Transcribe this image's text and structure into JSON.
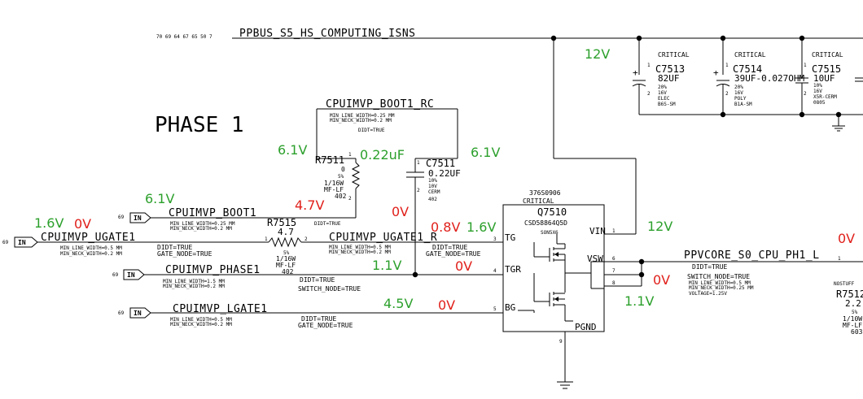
{
  "title": "PHASE 1",
  "nets": {
    "ppbus": "PPBUS_S5_HS_COMPUTING_ISNS",
    "ppbus_sheets": "70 69 64 67 65 50 7",
    "boot1_rc": "CPUIMVP_BOOT1_RC",
    "boot1": "CPUIMVP_BOOT1",
    "ugate1": "CPUIMVP_UGATE1",
    "ugate1_r": "CPUIMVP_UGATE1_R",
    "phase1": "CPUIMVP_PHASE1",
    "lgate1": "CPUIMVP_LGATE1",
    "ppvcore": "PPVCORE_S0_CPU_PH1_L"
  },
  "port_sheets": {
    "boot1": "69",
    "ugate1": "69",
    "phase1": "69",
    "lgate1": "69"
  },
  "port_label": "IN",
  "net_props": {
    "boot1_rc_a": "MIN_LINE_WIDTH=0.25 MM",
    "boot1_rc_b": "MIN_NECK_WIDTH=0.2 MM",
    "boot1_rc_didt": "DIDT=TRUE",
    "boot1_a": "MIN_LINE_WIDTH=0.25 MM",
    "boot1_b": "MIN_NECK_WIDTH=0.2 MM",
    "boot1_didt": "DIDT=TRUE",
    "ugate1_a": "MIN_LINE_WIDTH=0.5 MM",
    "ugate1_b": "MIN_NECK_WIDTH=0.2 MM",
    "ugate1_didt": "DIDT=TRUE",
    "ugate1_gate": "GATE_NODE=TRUE",
    "ugate1r_a": "MIN_LINE_WIDTH=0.5 MM",
    "ugate1r_b": "MIN_NECK_WIDTH=0.2 MM",
    "ugate1r_didt": "DIDT=TRUE",
    "ugate1r_gate": "GATE_NODE=TRUE",
    "phase1_a": "MIN_LINE_WIDTH=1.5 MM",
    "phase1_b": "MIN_NECK_WIDTH=0.2 MM",
    "phase1_didt": "DIDT=TRUE",
    "phase1_switch": "SWITCH_NODE=TRUE",
    "lgate1_a": "MIN_LINE_WIDTH=0.5 MM",
    "lgate1_b": "MIN_NECK_WIDTH=0.2 MM",
    "lgate1_didt": "DIDT=TRUE",
    "lgate1_gate": "GATE_NODE=TRUE",
    "vcore_didt": "DIDT=TRUE",
    "vcore_switch": "SWITCH_NODE=TRUE",
    "vcore_a": "MIN_LINE_WIDTH=0.5 MM",
    "vcore_b": "MIN_NECK_WIDTH=0.25 MM",
    "vcore_volt": "VOLTAGE=1.25V"
  },
  "components": {
    "r7511": {
      "ref": "R7511",
      "value": "0",
      "tol": "5%",
      "power": "1/16W",
      "type": "MF-LF",
      "pkg": "402",
      "pin1": "1",
      "pin2": "2"
    },
    "c7511": {
      "ref": "C7511",
      "value": "0.22UF",
      "tol": "10%",
      "volt": "10V",
      "type": "CERM",
      "pkg": "402",
      "pin1": "1",
      "pin2": "2"
    },
    "r7515": {
      "ref": "R7515",
      "value": "4.7",
      "tol": "5%",
      "power": "1/16W",
      "type": "MF-LF",
      "pkg": "402",
      "pin1": "1",
      "pin2": "2"
    },
    "q7510": {
      "partnum": "376S0906",
      "critical": "CRITICAL",
      "ref": "Q7510",
      "part": "CSD58864Q5D",
      "pkg": "SON5X6",
      "pin_vin": "VIN",
      "pin_vin_no": "1",
      "pin_tg": "TG",
      "pin_tg_no": "3",
      "pin_tgr": "TGR",
      "pin_tgr_no": "4",
      "pin_bg": "BG",
      "pin_bg_no": "5",
      "pin_vsw": "VSW",
      "pin_vsw_no_a": "6",
      "pin_vsw_no_b": "7",
      "pin_vsw_no_c": "8",
      "pin_pgnd": "PGND",
      "pin_pgnd_no": "9"
    },
    "c7513": {
      "critical": "CRITICAL",
      "ref": "C7513",
      "value": "82UF",
      "tol": "20%",
      "volt": "16V",
      "type": "ELEC",
      "pkg": "B6S-SM",
      "pin1": "1",
      "pin2": "2"
    },
    "c7514": {
      "critical": "CRITICAL",
      "ref": "C7514",
      "value": "39UF-0.027OHM",
      "tol": "20%",
      "volt": "16V",
      "type": "POLY",
      "pkg": "B1A-SM",
      "pin1": "1",
      "pin2": "2"
    },
    "c7515": {
      "critical": "CRITICAL",
      "ref": "C7515",
      "value": "10UF",
      "tol": "10%",
      "volt": "16V",
      "type": "X5R-CERM",
      "pkg": "0805",
      "pin1": "1",
      "pin2": "2"
    },
    "r7512": {
      "ref": "R7512",
      "value": "2.2",
      "tol": "5%",
      "power": "1/10W",
      "type": "MF-LF",
      "pkg": "603",
      "stuff": "NOSTUFF",
      "pin1": "1"
    }
  },
  "annotations": [
    {
      "id": "v12_top",
      "text": "12V",
      "color": "green"
    },
    {
      "id": "v61_r",
      "text": "6.1V",
      "color": "green"
    },
    {
      "id": "v022",
      "text": "0.22uF",
      "color": "green"
    },
    {
      "id": "v61_c",
      "text": "6.1V",
      "color": "green"
    },
    {
      "id": "v61_boot",
      "text": "6.1V",
      "color": "green"
    },
    {
      "id": "v47",
      "text": "4.7V",
      "color": "red"
    },
    {
      "id": "v0_cap",
      "text": "0V",
      "color": "red"
    },
    {
      "id": "v16_ug",
      "text": "1.6V",
      "color": "green"
    },
    {
      "id": "v0_ug",
      "text": "0V",
      "color": "red"
    },
    {
      "id": "v08",
      "text": "0.8V",
      "color": "red"
    },
    {
      "id": "v16_ugr",
      "text": "1.6V",
      "color": "green"
    },
    {
      "id": "v12_vin",
      "text": "12V",
      "color": "green"
    },
    {
      "id": "v11_ph",
      "text": "1.1V",
      "color": "green"
    },
    {
      "id": "v0_ph",
      "text": "0V",
      "color": "red"
    },
    {
      "id": "v45",
      "text": "4.5V",
      "color": "green"
    },
    {
      "id": "v0_lg",
      "text": "0V",
      "color": "red"
    },
    {
      "id": "v0_vsw",
      "text": "0V",
      "color": "red"
    },
    {
      "id": "v11_vsw",
      "text": "1.1V",
      "color": "green"
    },
    {
      "id": "v0_vcore",
      "text": "0V",
      "color": "red"
    }
  ],
  "colors": {
    "green": "#2ca02c",
    "red": "#e0201b"
  }
}
